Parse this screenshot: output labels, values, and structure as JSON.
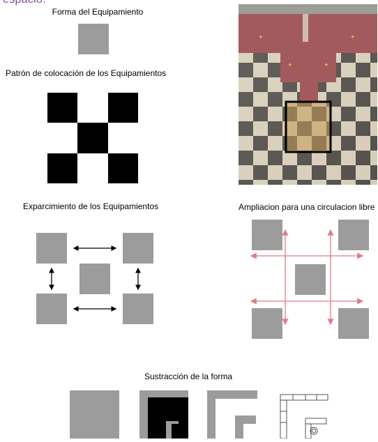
{
  "top_word": "espacio.",
  "titles": {
    "forma": "Forma del Equipamiento",
    "patron": "Patrón de colocación de los  Equipamientos",
    "esparcimiento": "Exparcimiento de los Equipamientos",
    "ampliacion": "Ampliacion para una circulacion libre",
    "sustraccion": "Sustracción de la forma"
  },
  "colors": {
    "gray": "#9c9c9c",
    "black": "#000000",
    "arrow_black": "#000000",
    "arrow_red": "#e07c86",
    "textile_red": "#a85a60",
    "textile_cream": "#d8cdb6",
    "textile_dark": "#4a4540"
  }
}
